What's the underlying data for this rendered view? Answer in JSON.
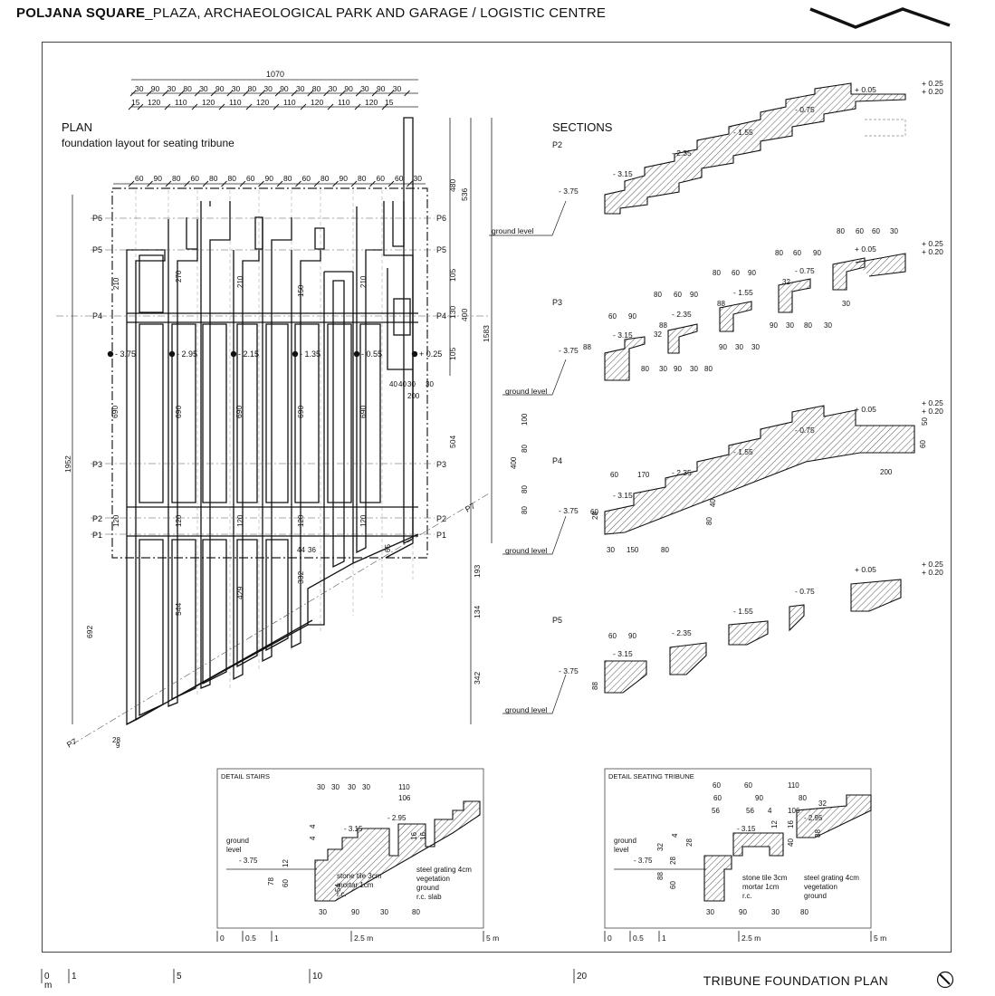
{
  "header": {
    "title_bold": "POLJANA SQUARE",
    "title_rest": "_PLAZA, ARCHAEOLOGICAL PARK AND GARAGE / LOGISTIC CENTRE"
  },
  "plan": {
    "title": "PLAN",
    "subtitle": "foundation layout for seating tribune",
    "overall_width": "1070",
    "top_dims_a": [
      "30",
      "90",
      "30",
      "80",
      "30",
      "90",
      "30",
      "80",
      "30",
      "90",
      "30",
      "80",
      "30",
      "90",
      "30",
      "90",
      "30"
    ],
    "top_dims_b": [
      "15",
      "120",
      "110",
      "120",
      "110",
      "120",
      "110",
      "120",
      "110",
      "120",
      "15"
    ],
    "inner_dims": [
      "60",
      "90",
      "80",
      "60",
      "80",
      "80",
      "60",
      "90",
      "80",
      "60",
      "80",
      "90",
      "80",
      "60",
      "60",
      "30"
    ],
    "row_labels": [
      "P6",
      "P5",
      "P4",
      "P3",
      "P2",
      "P1",
      "P7"
    ],
    "levels": [
      "- 3.75",
      "- 2.95",
      "- 2.15",
      "- 1.35",
      "- 0.55",
      "+ 0.25"
    ],
    "strip_lengths": [
      "690",
      "690",
      "690",
      "690",
      "690"
    ],
    "lower_lengths": [
      "544",
      "429",
      "332",
      "692"
    ],
    "vert_dims": [
      "270",
      "210",
      "210",
      "150",
      "210",
      "120",
      "120",
      "120",
      "120",
      "120",
      "65"
    ],
    "right_dims": [
      "480",
      "536",
      "105",
      "130",
      "400",
      "105",
      "1583",
      "504",
      "193",
      "134",
      "342",
      "1952"
    ],
    "small_dims": [
      "40",
      "40",
      "30",
      "30",
      "200",
      "44",
      "36",
      "28",
      "9"
    ]
  },
  "sections": {
    "title": "SECTIONS",
    "ground_label": "ground level",
    "items": [
      {
        "label": "P2",
        "levels": [
          "- 3.75",
          "- 3.15",
          "- 2.35",
          "- 1.55",
          "- 0.75",
          "+ 0.05",
          "+ 0.25",
          "+ 0.20"
        ]
      },
      {
        "label": "P3",
        "levels": [
          "- 3.75",
          "- 3.15",
          "- 2.35",
          "- 1.55",
          "- 0.75",
          "+ 0.05",
          "+ 0.25",
          "+ 0.20"
        ]
      },
      {
        "label": "P4",
        "levels": [
          "- 3.75",
          "- 3.15",
          "- 2.35",
          "- 1.55",
          "- 0.75",
          "+ 0.05",
          "+ 0.25",
          "+ 0.20"
        ]
      },
      {
        "label": "P5",
        "levels": [
          "- 3.75",
          "- 3.15",
          "- 2.35",
          "- 1.55",
          "- 0.75",
          "+ 0.05",
          "+ 0.25",
          "+ 0.20"
        ]
      }
    ],
    "p3_dims": [
      "60",
      "90",
      "80",
      "60",
      "90",
      "80",
      "60",
      "90",
      "80",
      "60",
      "90",
      "80",
      "60",
      "60",
      "30",
      "88",
      "88",
      "88",
      "32",
      "32",
      "80",
      "30",
      "90",
      "30",
      "80",
      "90",
      "30",
      "30",
      "90",
      "30",
      "80",
      "30",
      "30"
    ],
    "p4_dims": [
      "60",
      "170",
      "200",
      "100",
      "80",
      "400",
      "80",
      "80",
      "60",
      "30",
      "150",
      "80",
      "80",
      "40",
      "60",
      "50",
      "28"
    ],
    "p5_dims": [
      "60",
      "90",
      "88"
    ]
  },
  "detail_stairs": {
    "title": "DETAIL STAIRS",
    "ground": "ground",
    "level": "level",
    "levels": [
      "- 3.75",
      "- 3.15",
      "- 2.95"
    ],
    "top_dims": [
      "30",
      "30",
      "30",
      "30",
      "110",
      "106"
    ],
    "bottom_dims": [
      "30",
      "90",
      "30",
      "80"
    ],
    "side_dims": [
      "78",
      "60",
      "54",
      "12",
      "4",
      "4",
      "16",
      "16"
    ],
    "materials_left": [
      "stone tile 3cm",
      "mortar 1cm",
      "r.c."
    ],
    "materials_right": [
      "steel grating 4cm",
      "vegetation",
      "ground",
      "r.c. slab"
    ],
    "scale": [
      "0",
      "0.5",
      "1",
      "2.5 m",
      "5 m"
    ]
  },
  "detail_tribune": {
    "title": "DETAIL SEATING TRIBUNE",
    "ground": "ground",
    "level": "level",
    "levels": [
      "- 3.75",
      "- 3.15",
      "- 2.95"
    ],
    "top_dims": [
      "60",
      "60",
      "110",
      "60",
      "90",
      "80",
      "56",
      "56",
      "4",
      "106",
      "32"
    ],
    "bottom_dims": [
      "30",
      "90",
      "30",
      "80"
    ],
    "side_dims": [
      "88",
      "60",
      "28",
      "32",
      "4",
      "28",
      "12",
      "40",
      "16",
      "88"
    ],
    "materials_left": [
      "stone tile 3cm",
      "mortar 1cm",
      "r.c."
    ],
    "materials_right": [
      "steel grating 4cm",
      "vegetation",
      "ground"
    ],
    "scale": [
      "0",
      "0.5",
      "1",
      "2.5 m",
      "5 m"
    ]
  },
  "footer": {
    "scale_labels": [
      "0",
      "m",
      "1",
      "5",
      "10",
      "20"
    ],
    "title": "TRIBUNE FOUNDATION PLAN"
  }
}
